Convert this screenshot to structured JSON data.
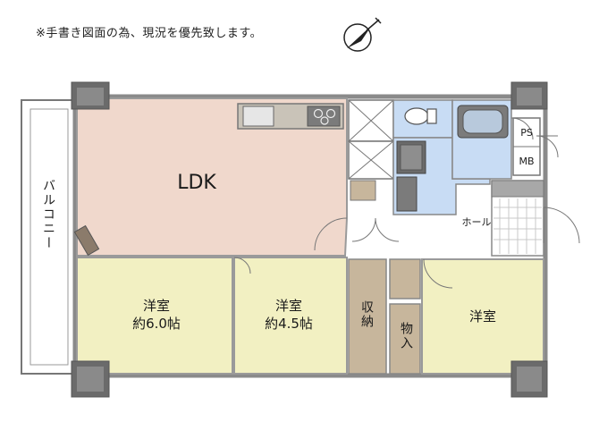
{
  "note": "※手書き図面の為、現況を優先致します。",
  "rooms": {
    "ldk": "LDK",
    "balcony": "バルコニー",
    "hall": "ホール",
    "ps": "PS",
    "mb": "MB",
    "western1": "洋室\n約6.0帖",
    "western2": "洋室\n約4.5帖",
    "closet": "収納",
    "storage": "物入",
    "western3": "洋室"
  },
  "icons": [
    "compass-north-icon",
    "sink-icon",
    "stove-icon",
    "toilet-icon",
    "bathtub-icon",
    "washbasin-icon"
  ],
  "colors": {
    "ldk": "#f0d8cc",
    "western": "#f2f0c2",
    "wet": "#c8dcf4",
    "storage": "#c7b69c",
    "pillar": "#6b6b6b",
    "wall": "#8a8a8a"
  }
}
